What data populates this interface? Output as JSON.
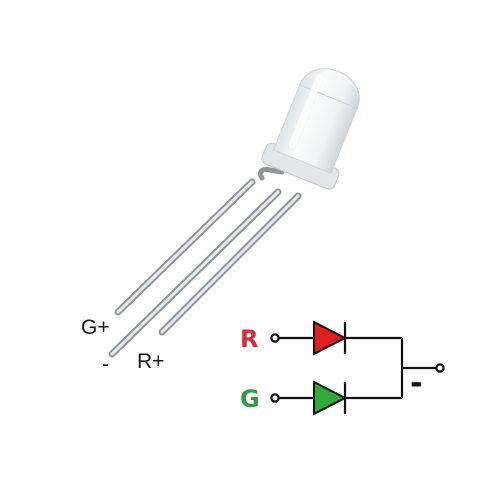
{
  "component": {
    "pins": [
      {
        "label": "G+"
      },
      {
        "label": "-"
      },
      {
        "label": "R+"
      }
    ]
  },
  "schematic": {
    "channels": [
      {
        "label": "R",
        "color": "#d62f3a",
        "diode_fill": "#e02020"
      },
      {
        "label": "G",
        "color": "#2f9e47",
        "diode_fill": "#2faa3a"
      }
    ],
    "common_label": "-"
  },
  "colors": {
    "wire": "#111111",
    "lead_dark": "#8f959a",
    "lead_light": "#e4e7ea",
    "body": "#eef0f1",
    "body_shadow": "#cdd1d4"
  }
}
